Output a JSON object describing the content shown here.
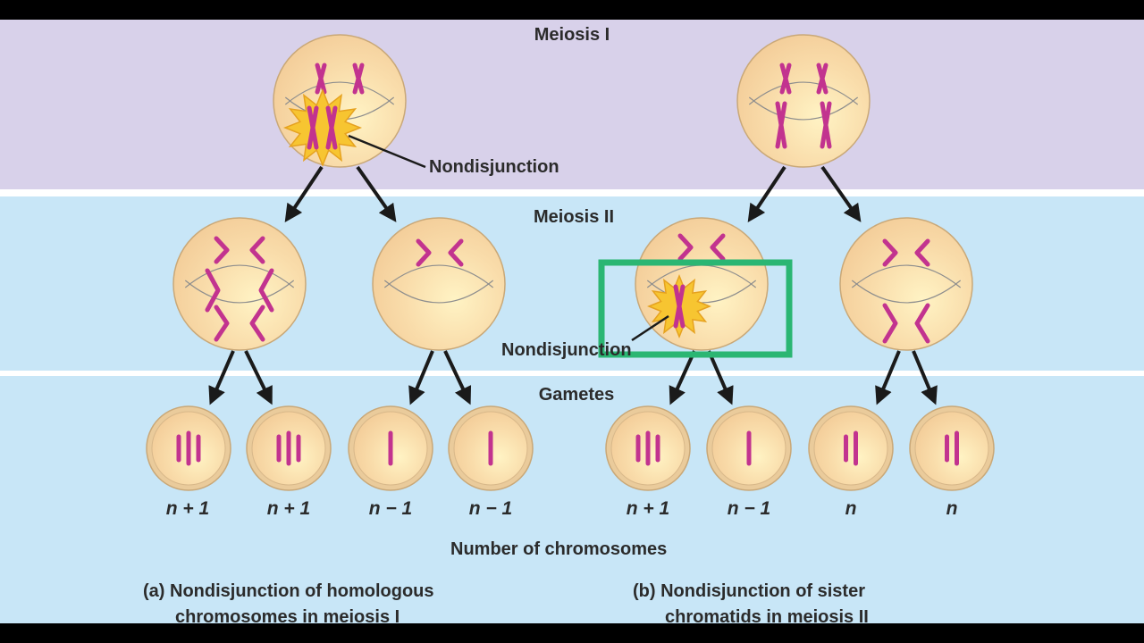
{
  "title_meiosis1": "Meiosis I",
  "title_meiosis2": "Meiosis II",
  "title_gametes": "Gametes",
  "nondisjunction_label_1": "Nondisjunction",
  "nondisjunction_label_2": "Nondisjunction",
  "ploidy_labels": [
    "n + 1",
    "n + 1",
    "n − 1",
    "n − 1",
    "n + 1",
    "n − 1",
    "n",
    "n"
  ],
  "axis_label": "Number of chromosomes",
  "caption_a_line1": "(a) Nondisjunction of homologous",
  "caption_a_line2": "chromosomes in meiosis I",
  "caption_b_line1": "(b) Nondisjunction of sister",
  "caption_b_line2": "chromatids in meiosis II",
  "colors": {
    "meiosis1_band": "#d8d1ea",
    "meiosis2_band": "#c8e6f7",
    "cell_fill": "#f7d9a6",
    "chromosome": "#c2338f",
    "highlight_box": "#2bb673",
    "burst": "#f7c531"
  }
}
